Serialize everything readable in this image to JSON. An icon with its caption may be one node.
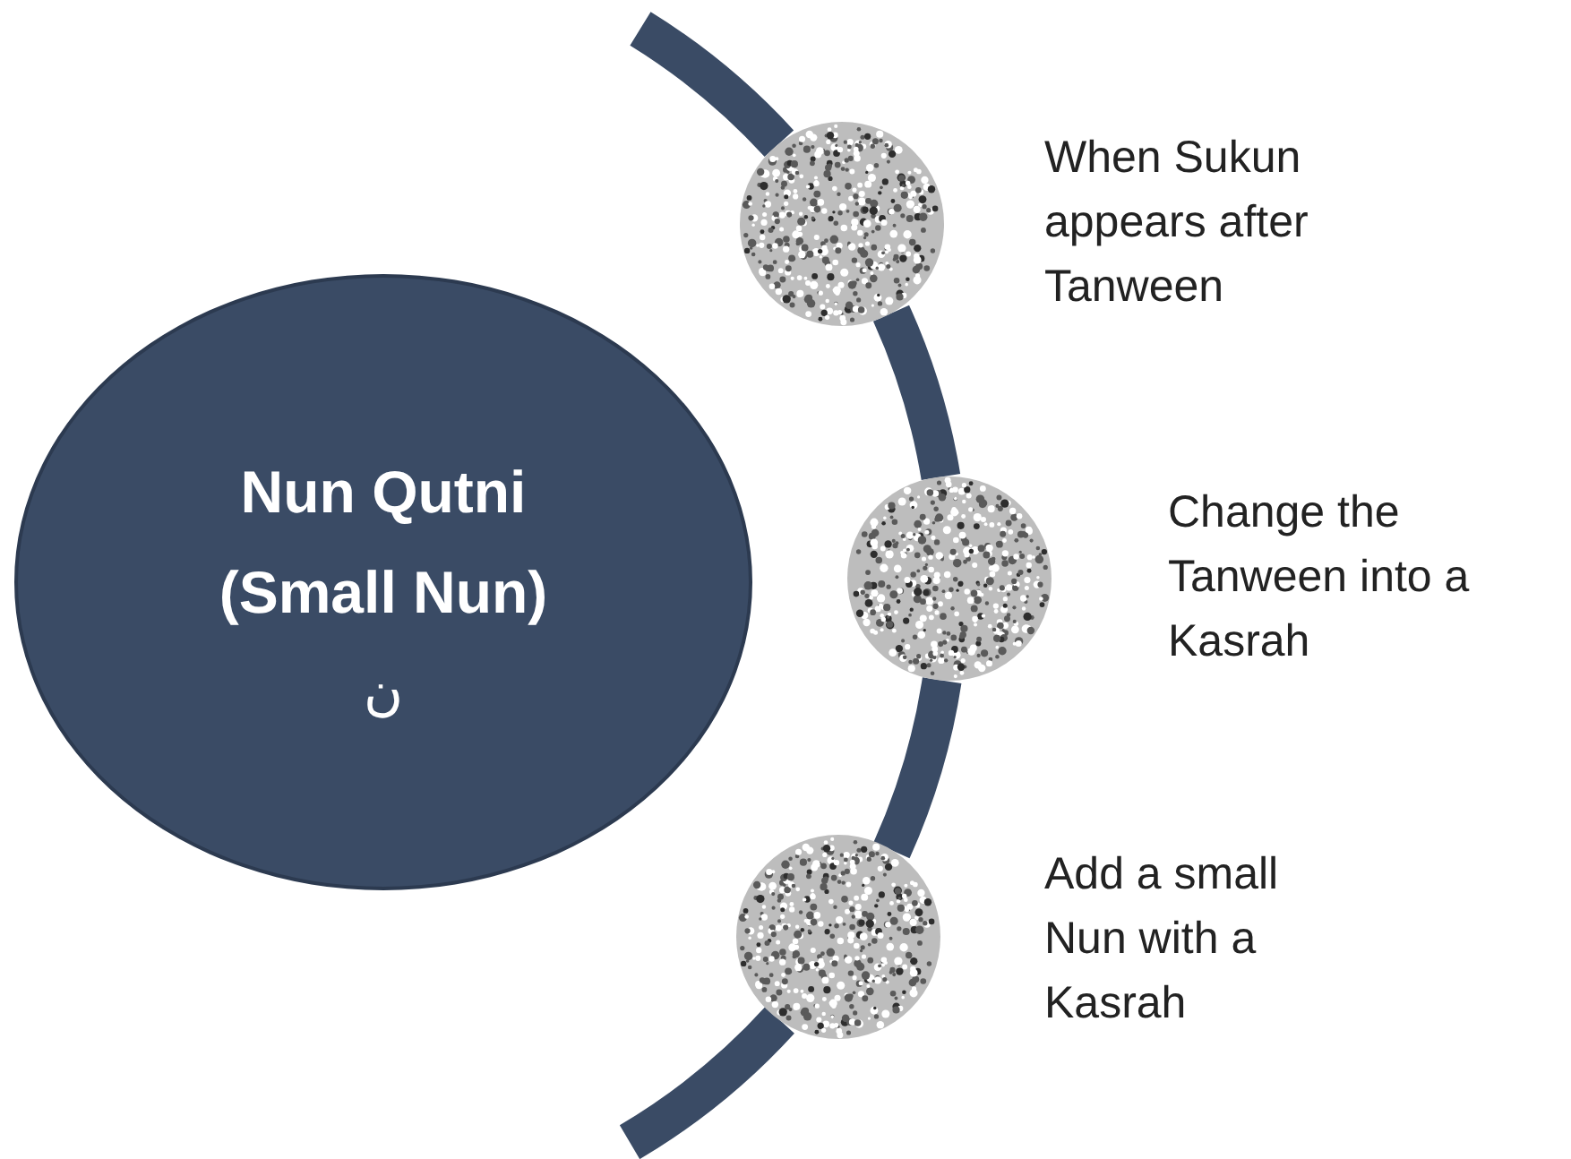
{
  "diagram": {
    "nodes": [
      {
        "text": [
          "Nun Qutni (Small Nun)",
          "ن"
        ]
      },
      {
        "text": [],
        "shape": "circle",
        "beside": [
          "When Sukun appears after Tanween"
        ]
      },
      {
        "text": [],
        "shape": "circle",
        "beside": [
          "Change the Tanween into a Kasrah"
        ]
      },
      {
        "text": [],
        "shape": "circle",
        "beside": [
          "Add a small Nun with a Kasrah"
        ]
      }
    ],
    "edges": [
      {
        "from": 1,
        "to": 2,
        "arrow": "none"
      },
      {
        "from": 2,
        "to": 3,
        "arrow": "none"
      }
    ]
  }
}
